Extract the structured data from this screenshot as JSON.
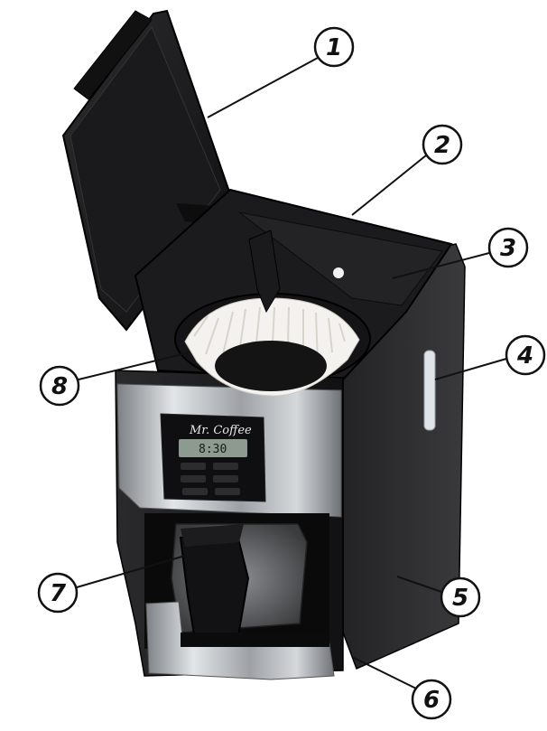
{
  "brand": "Mr. Coffee",
  "display_time": "8:30",
  "callouts": [
    {
      "label": "1"
    },
    {
      "label": "2"
    },
    {
      "label": "3"
    },
    {
      "label": "4"
    },
    {
      "label": "5"
    },
    {
      "label": "6"
    },
    {
      "label": "7"
    },
    {
      "label": "8"
    }
  ],
  "colors": {
    "body": "#1c1c1e",
    "stainless": "#b8bcc0",
    "filter": "#f4f2ee",
    "grounds": "#141414",
    "glass": "#6e7073",
    "window": "#dfe4e8"
  }
}
